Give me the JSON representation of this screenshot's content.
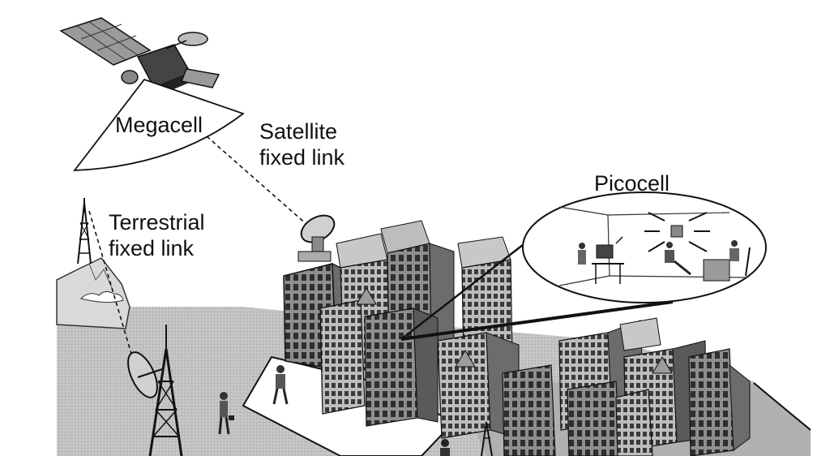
{
  "labels": {
    "megacell": "Megacell",
    "satellite_line1": "Satellite",
    "satellite_line2": "fixed link",
    "terrestrial_line1": "Terrestrial",
    "terrestrial_line2": "fixed link",
    "picocell": "Picocell"
  },
  "colors": {
    "ground": "#bdbdbd",
    "ground_dark": "#9a9a9a",
    "building_light": "#c8c8c8",
    "building_mid": "#9c9c9c",
    "building_dark": "#6c6c6c",
    "window": "#2e2e2e",
    "line": "#111111"
  }
}
